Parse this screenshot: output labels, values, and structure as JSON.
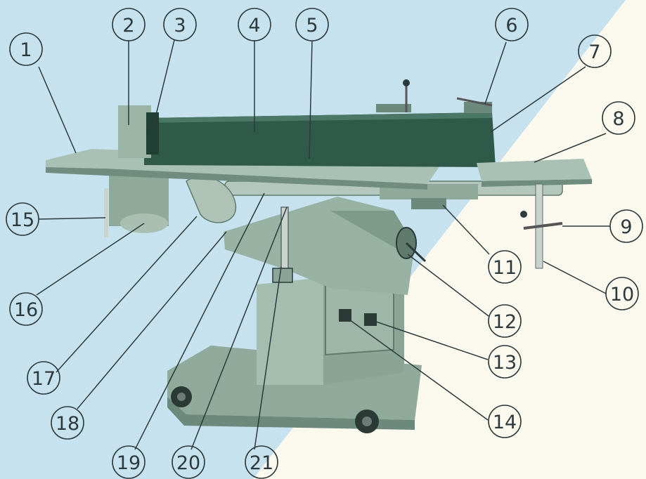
{
  "colors": {
    "background_blue": "#c6e2ee",
    "background_cream": "#fbf8ee",
    "machine_body": "#93ad9f",
    "machine_dark": "#3f6a5a",
    "machine_top": "#a8c1b3",
    "ink": "#2d3a3d"
  },
  "callouts": [
    {
      "label": "1"
    },
    {
      "label": "2"
    },
    {
      "label": "3"
    },
    {
      "label": "4"
    },
    {
      "label": "5"
    },
    {
      "label": "6"
    },
    {
      "label": "7"
    },
    {
      "label": "8"
    },
    {
      "label": "9"
    },
    {
      "label": "10"
    },
    {
      "label": "11"
    },
    {
      "label": "12"
    },
    {
      "label": "13"
    },
    {
      "label": "14"
    },
    {
      "label": "15"
    },
    {
      "label": "16"
    },
    {
      "label": "17"
    },
    {
      "label": "18"
    },
    {
      "label": "19"
    },
    {
      "label": "20"
    },
    {
      "label": "21"
    }
  ]
}
